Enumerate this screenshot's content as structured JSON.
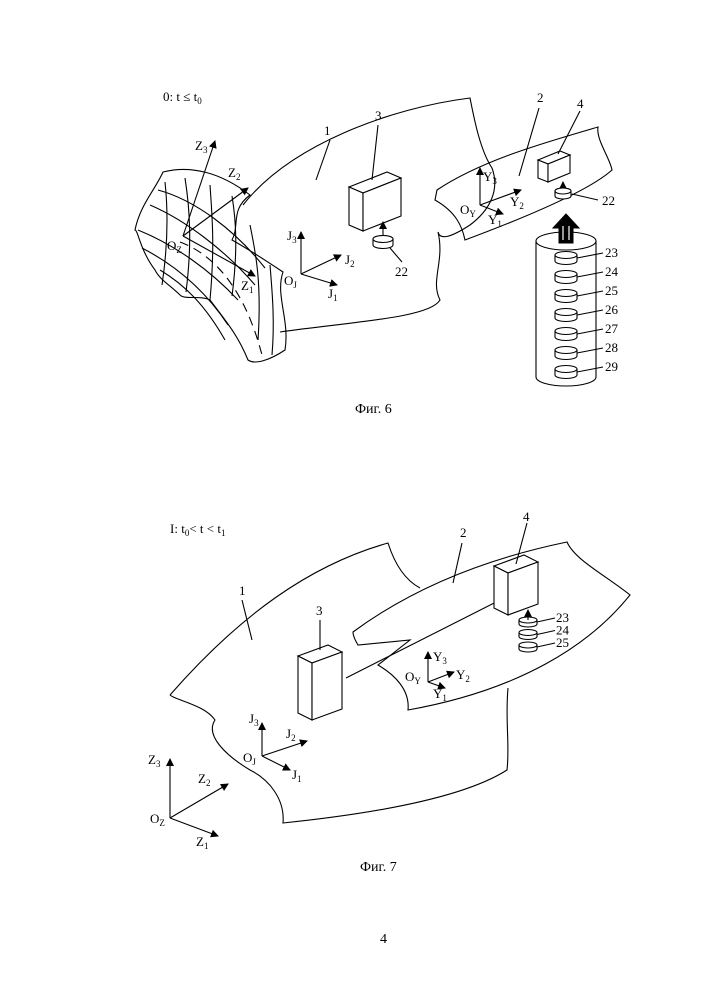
{
  "figure6": {
    "state_label": {
      "prefix": "0: t ≤ t",
      "sub": "0"
    },
    "caption": "Фиг. 6",
    "labels": {
      "surface_1": "1",
      "surface_2": "2",
      "block_3": "3",
      "block_4": "4",
      "module_22_left": "22",
      "module_22_right": "22"
    },
    "axes": {
      "Z": {
        "x": "Z",
        "x_sub": "1",
        "y": "Z",
        "y_sub": "2",
        "z": "Z",
        "z_sub": "3",
        "origin": "O",
        "origin_sub": "Z"
      },
      "J": {
        "x": "J",
        "x_sub": "1",
        "y": "J",
        "y_sub": "2",
        "z": "J",
        "z_sub": "3",
        "origin": "O",
        "origin_sub": "J"
      },
      "Y": {
        "x": "Y",
        "x_sub": "1",
        "y": "Y",
        "y_sub": "2",
        "z": "Y",
        "z_sub": "3",
        "origin": "O",
        "origin_sub": "Y"
      }
    },
    "stack_items": [
      "23",
      "24",
      "25",
      "26",
      "27",
      "28",
      "29"
    ]
  },
  "figure7": {
    "state_label": {
      "p1": "I: t",
      "s1": "0",
      "p2": "< t < t",
      "s2": "1"
    },
    "caption": "Фиг. 7",
    "labels": {
      "surface_1": "1",
      "surface_2": "2",
      "block_3": "3",
      "block_4": "4"
    },
    "axes": {
      "Z": {
        "x": "Z",
        "x_sub": "1",
        "y": "Z",
        "y_sub": "2",
        "z": "Z",
        "z_sub": "3",
        "origin": "O",
        "origin_sub": "Z"
      },
      "J": {
        "x": "J",
        "x_sub": "1",
        "y": "J",
        "y_sub": "2",
        "z": "J",
        "z_sub": "3",
        "origin": "O",
        "origin_sub": "J"
      },
      "Y": {
        "x": "Y",
        "x_sub": "1",
        "y": "Y",
        "y_sub": "2",
        "z": "Y",
        "z_sub": "3",
        "origin": "O",
        "origin_sub": "Y"
      }
    },
    "stack_items": [
      "23",
      "24",
      "25"
    ]
  },
  "page_number": "4"
}
